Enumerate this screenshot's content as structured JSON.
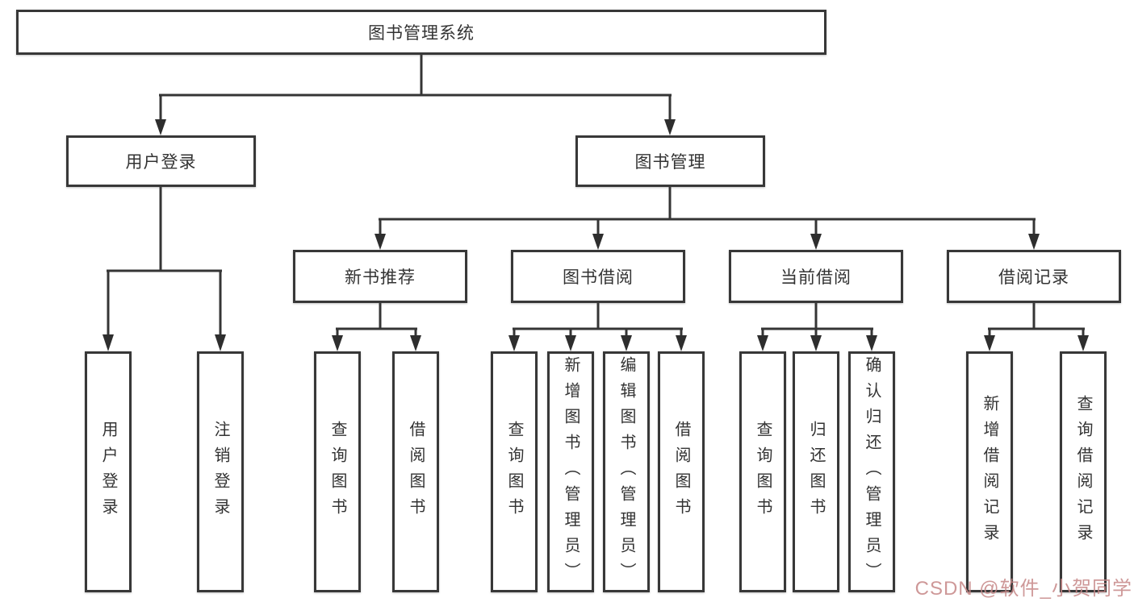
{
  "diagram": {
    "root": "图书管理系统",
    "level2": {
      "user_login": "用户登录",
      "book_mgmt": "图书管理"
    },
    "level3": {
      "new_books": "新书推荐",
      "book_borrow": "图书借阅",
      "current_borrow": "当前借阅",
      "borrow_records": "借阅记录"
    },
    "leaves": {
      "user_login": [
        "用户登录",
        "注销登录"
      ],
      "new_books": [
        "查询图书",
        "借阅图书"
      ],
      "book_borrow": [
        "查询图书",
        "新增图书（管理员）",
        "编辑图书（管理员）",
        "借阅图书"
      ],
      "current_borrow": [
        "查询图书",
        "归还图书",
        "确认归还（管理员）"
      ],
      "borrow_records": [
        "新增借阅记录",
        "查询借阅记录"
      ]
    }
  },
  "watermark": "CSDN @软件_小贺同学",
  "colors": {
    "line": "#353535",
    "box_border": "#383838",
    "text": "#333333",
    "watermark": "#c68686",
    "background": "#ffffff"
  }
}
